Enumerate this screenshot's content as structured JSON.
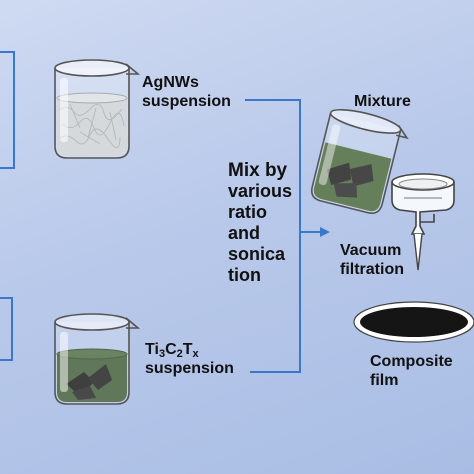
{
  "labels": {
    "agnws_line1": "AgNWs",
    "agnws_line2": "suspension",
    "ti_main": "Ti",
    "ti_sub1": "3",
    "ti_c": "C",
    "ti_sub2": "2",
    "ti_t": "T",
    "ti_sub3": "x",
    "ti_line2": "suspension",
    "mix_line1": "Mix by",
    "mix_line2": "various",
    "mix_line3": "ratio",
    "mix_line4": "and",
    "mix_line5": "sonica",
    "mix_line6": "tion",
    "mixture": "Mixture",
    "vacuum_line1": "Vacuum",
    "vacuum_line2": "filtration",
    "composite_line1": "Composite",
    "composite_line2": "film"
  },
  "colors": {
    "background": "#bccbeb",
    "connector": "#3b78c9",
    "agnws_liquid": "#c7ccd0",
    "ti_liquid": "#3d5a35",
    "mixture_liquid": "#3f5f32",
    "film": "#151515"
  },
  "icons": [
    "agnws-beaker-icon",
    "ti3c2tx-beaker-icon",
    "mixture-beaker-icon",
    "vacuum-filter-icon",
    "composite-film-icon"
  ]
}
